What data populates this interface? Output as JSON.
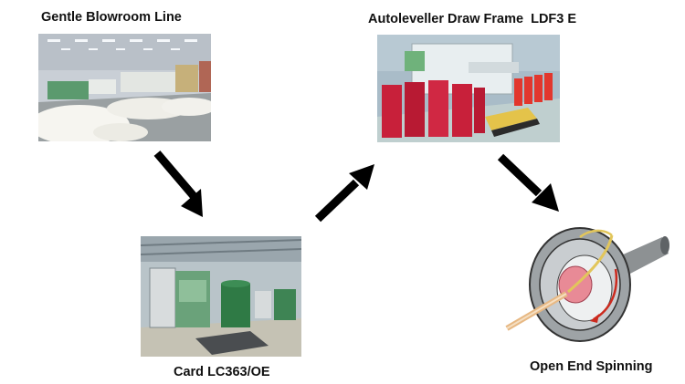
{
  "stages": {
    "blowroom": {
      "title": "Gentle Blowroom Line"
    },
    "drawframe": {
      "title": "Autoleveller Draw Frame  LDF3 E"
    },
    "card": {
      "title": "Card LC363/OE"
    },
    "spinning": {
      "title": "Open End Spinning"
    }
  },
  "colors": {
    "arrow": "#000000",
    "machine_green": "#5b9a6e",
    "can_red": "#c8203a",
    "spin_arrow": "#cc2a1e"
  }
}
